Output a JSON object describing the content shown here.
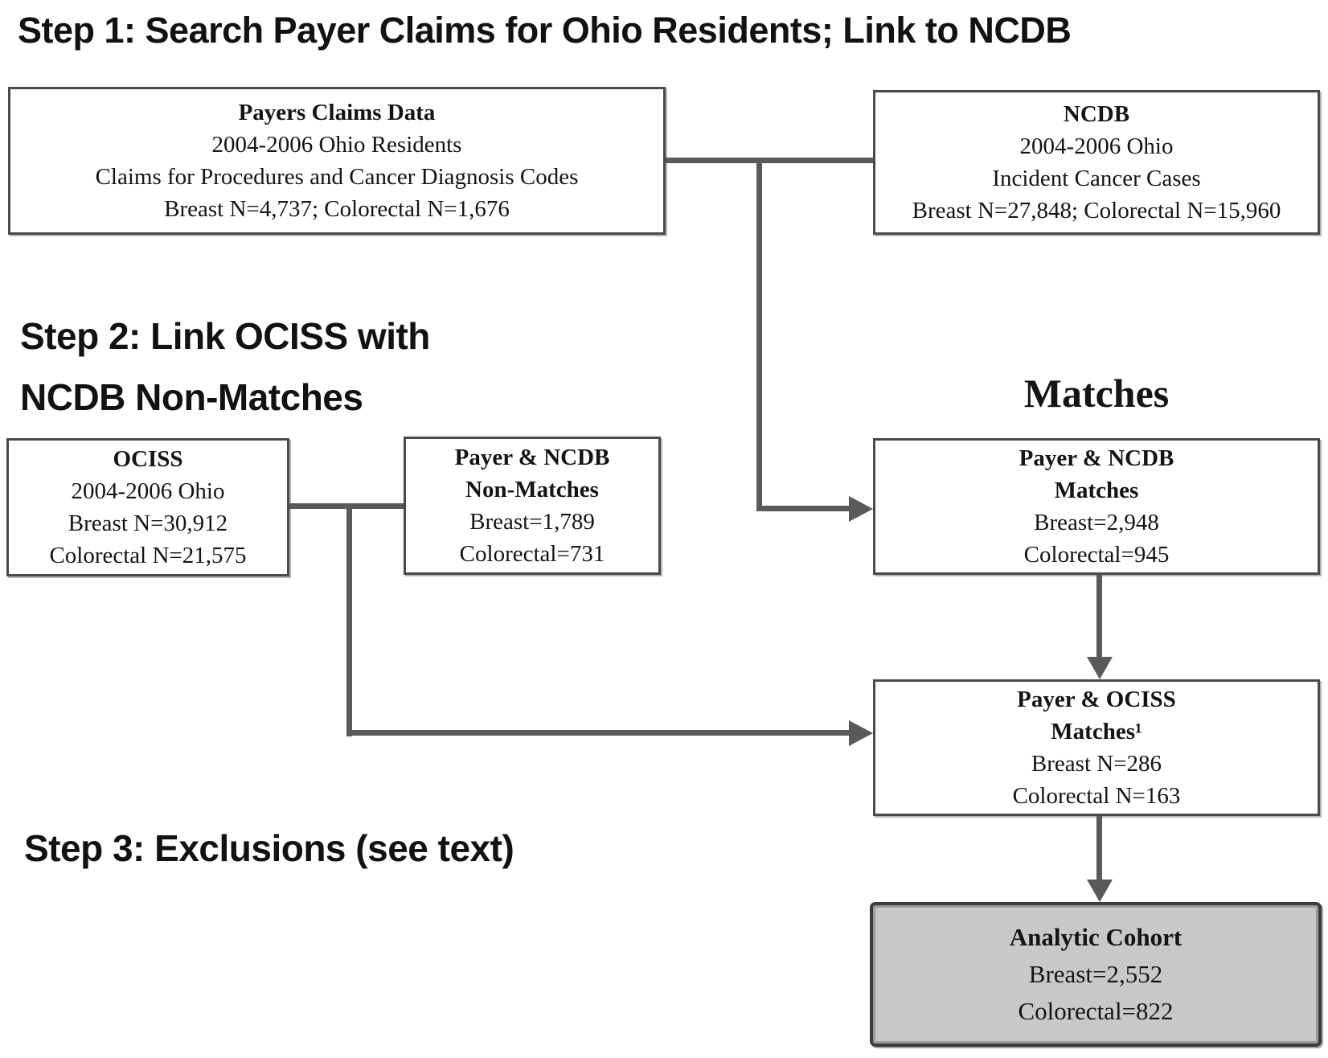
{
  "titles": {
    "step1": "Step 1: Search Payer Claims for Ohio Residents; Link to NCDB",
    "step2_line1": "Step 2: Link OCISS with",
    "step2_line2": "NCDB Non-Matches",
    "step3": "Step 3: Exclusions (see text)",
    "matches": "Matches"
  },
  "boxes": {
    "payers_claims": {
      "bold": [
        "Payers Claims Data"
      ],
      "lines": [
        "2004-2006 Ohio Residents",
        "Claims for Procedures and Cancer Diagnosis Codes",
        "Breast N=4,737; Colorectal N=1,676"
      ]
    },
    "ncdb": {
      "bold": [
        "NCDB"
      ],
      "lines": [
        "2004-2006 Ohio",
        "Incident Cancer Cases",
        "Breast N=27,848; Colorectal N=15,960"
      ]
    },
    "ociss": {
      "bold": [
        "OCISS"
      ],
      "lines": [
        "2004-2006 Ohio",
        "Breast N=30,912",
        "Colorectal N=21,575"
      ]
    },
    "payer_ncdb_nonmatches": {
      "bold": [
        "Payer & NCDB",
        "Non-Matches"
      ],
      "lines": [
        "Breast=1,789",
        "Colorectal=731"
      ]
    },
    "payer_ncdb_matches": {
      "bold": [
        "Payer & NCDB",
        "Matches"
      ],
      "lines": [
        "Breast=2,948",
        "Colorectal=945"
      ]
    },
    "payer_ociss_matches": {
      "bold": [
        "Payer & OCISS",
        "Matches¹"
      ],
      "lines": [
        "Breast N=286",
        "Colorectal N=163"
      ]
    },
    "analytic_cohort": {
      "bold": [
        "Analytic Cohort"
      ],
      "lines": [
        "Breast=2,552",
        "Colorectal=822"
      ]
    }
  },
  "colors": {
    "box_border": "#4a4a4a",
    "connector": "#5a5a5a",
    "analytic_fill": "#c8c8c8",
    "analytic_border": "#3c3c3c",
    "text": "#141414",
    "background": "#ffffff"
  }
}
